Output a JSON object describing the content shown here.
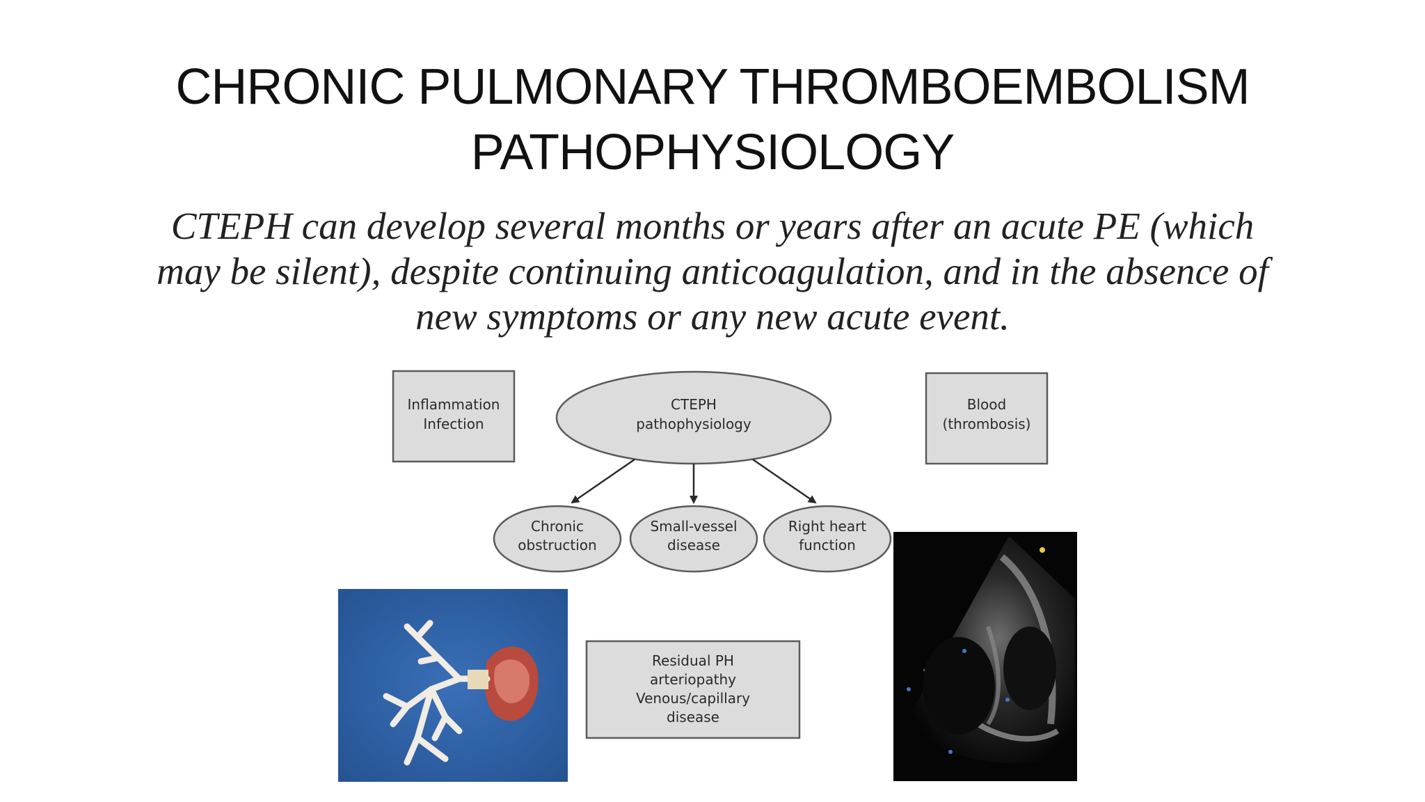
{
  "slide": {
    "title_lines": [
      "CHRONIC PULMONARY THROMBOEMBOLISM",
      "PATHOPHYSIOLOGY"
    ],
    "subtitle_lines": [
      "CTEPH can develop several months or years after an acute PE (which",
      "may be silent), despite continuing anticoagulation, and in the absence of",
      "new symptoms or any new acute event."
    ]
  },
  "diagram": {
    "center": {
      "lines": [
        "CTEPH",
        "pathophysiology"
      ]
    },
    "left_box": {
      "lines": [
        "Inflammation",
        "Infection"
      ]
    },
    "right_box": {
      "lines": [
        "Blood",
        "(thrombosis)"
      ]
    },
    "outcomes": [
      {
        "lines": [
          "Chronic",
          "obstruction"
        ]
      },
      {
        "lines": [
          "Small-vessel",
          "disease"
        ]
      },
      {
        "lines": [
          "Right heart",
          "function"
        ]
      }
    ],
    "bottom_box": {
      "lines": [
        "Residual PH",
        "arteriopathy",
        "Venous/capillary",
        "disease"
      ]
    },
    "photos": [
      {
        "icon": "thrombus-specimen-photo"
      },
      {
        "icon": "echocardiogram-image"
      }
    ],
    "colors": {
      "fill": "#dcdcdc",
      "stroke": "#5a5a5a",
      "photo_background": "#2f5fa6",
      "echo_background": "#050505"
    }
  }
}
